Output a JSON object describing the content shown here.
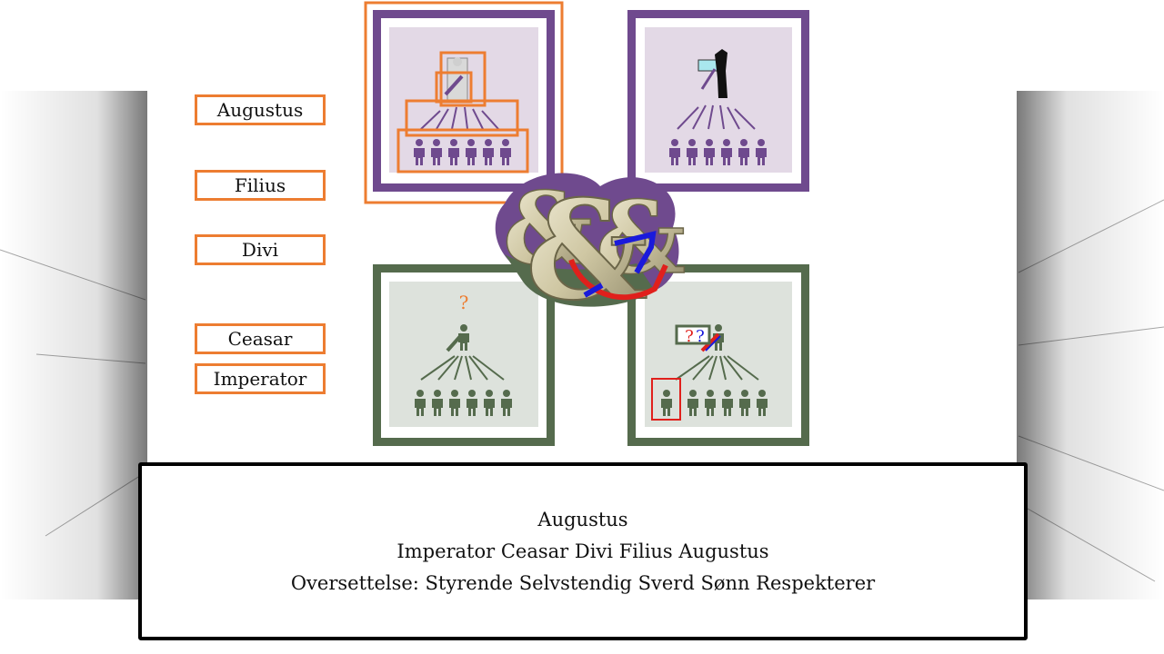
{
  "labels": {
    "augustus": "Augustus",
    "filius": "Filius",
    "divi": "Divi",
    "ceasar": "Ceasar",
    "imperator": "Imperator"
  },
  "panels": {
    "bottom_left_mark": "?",
    "bottom_right_marks": [
      "?",
      "?"
    ]
  },
  "caption": {
    "line1": "Augustus",
    "line2": "Imperator Ceasar Divi Filius Augustus",
    "line3": "Oversettelse: Styrende Selvstendig Sverd Sønn Respekterer"
  },
  "colors": {
    "purple": "#6f4a8e",
    "purple_bg": "#e3d9e6",
    "green": "#556b4d",
    "green_bg": "#dde2dc",
    "orange": "#ed7d31",
    "highlight_red": "#e0201c",
    "highlight_blue": "#1a1adb",
    "ampersand": "#d8d2b4"
  }
}
